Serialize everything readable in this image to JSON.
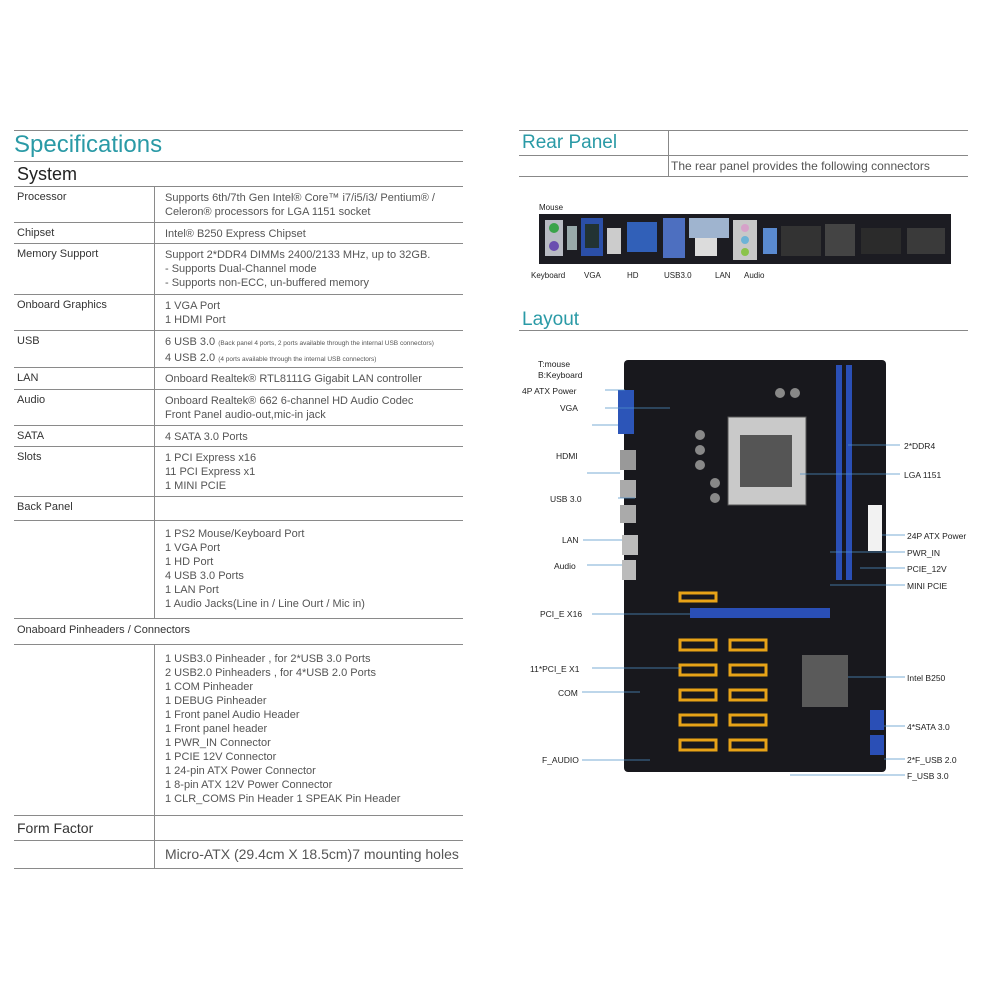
{
  "specifications": {
    "title": "Specifications",
    "system_title": "System",
    "rows": [
      {
        "label": "Processor",
        "lines": [
          "Supports 6th/7th Gen Intel® Core™ i7/i5/i3/ Pentium® /",
          "Celeron® processors for LGA 1151 socket"
        ]
      },
      {
        "label": "Chipset",
        "lines": [
          "Intel® B250 Express Chipset"
        ]
      },
      {
        "label": "Memory Support",
        "lines": [
          "Support 2*DDR4 DIMMs 2400/2133 MHz, up to 32GB.",
          "- Supports Dual-Channel mode",
          "- Supports non-ECC, un-buffered memory"
        ]
      },
      {
        "label": "Onboard Graphics",
        "lines": [
          "1  VGA Port",
          "1  HDMI Port"
        ]
      },
      {
        "label": "USB",
        "usb": [
          {
            "main": "6 USB 3.0",
            "note": "(Back panel 4 ports, 2 ports available through the internal USB connectors)"
          },
          {
            "main": "4 USB 2.0",
            "note": "(4 ports available through the internal USB connectors)"
          }
        ]
      },
      {
        "label": "LAN",
        "lines": [
          "Onboard Realtek® RTL8111G Gigabit LAN controller"
        ]
      },
      {
        "label": "Audio",
        "lines": [
          "Onboard Realtek® 662 6-channel HD Audio Codec",
          "Front Panel audio-out,mic-in jack"
        ]
      },
      {
        "label": "SATA",
        "lines": [
          "4 SATA  3.0 Ports"
        ]
      },
      {
        "label": "Slots",
        "lines": [
          "1  PCI Express x16",
          "11  PCI Express x1",
          "1  MINI PCIE"
        ]
      }
    ],
    "back_panel": {
      "label": "Back Panel",
      "lines": [
        "1  PS2 Mouse/Keyboard Port",
        "1  VGA Port",
        "1  HD     Port",
        "4  USB 3.0 Ports",
        "1  LAN Port",
        "1  Audio Jacks(Line in / Line Ourt / Mic in)"
      ]
    },
    "pinheaders": {
      "label": "Onaboard Pinheaders / Connectors",
      "lines": [
        "1  USB3.0 Pinheader , for 2*USB 3.0 Ports",
        "2  USB2.0 Pinheaders , for 4*USB 2.0 Ports",
        "1  COM Pinheader",
        "1  DEBUG Pinheader",
        "1  Front panel Audio Header",
        "1  Front panel header",
        "1  PWR_IN Connector",
        "1  PCIE 12V Connector",
        "1  24-pin ATX Power Connector",
        "1  8-pin ATX 12V Power Connector",
        "1  CLR_COMS Pin Header        1  SPEAK Pin Header"
      ]
    },
    "form_factor": {
      "label": "Form Factor",
      "value": "Micro-ATX (29.4cm X 18.5cm)7 mounting holes"
    }
  },
  "rear_panel": {
    "title": "Rear Panel",
    "subtitle": "The rear panel provides the following connectors",
    "labels": {
      "mouse": "Mouse",
      "keyboard": "Keyboard",
      "vga": "VGA",
      "hd": "HD",
      "usb": "USB3.0",
      "lan": "LAN",
      "audio": "Audio"
    }
  },
  "layout": {
    "title": "Layout",
    "left_labels": {
      "tmouse": "T:mouse",
      "bkeyboard": "B:Keyboard",
      "atx4p": "4P ATX Power",
      "vga": "VGA",
      "hdmi": "HDMI",
      "usb30": "USB 3.0",
      "lan": "LAN",
      "audio": "Audio",
      "pcie16": "PCI_E X16",
      "pcie1": "11*PCI_E X1",
      "com": "COM",
      "faudio": "F_AUDIO"
    },
    "right_labels": {
      "ddr4": "2*DDR4",
      "lga": "LGA 1151",
      "atx24": "24P ATX Power",
      "pwrin": "PWR_IN",
      "pcie12v": "PCIE_12V",
      "minipcie": "MINI PCIE",
      "intel": "Intel   B250",
      "sata": "4*SATA 3.0",
      "fusb2": "2*F_USB 2.0",
      "fusb3": "F_USB 3.0"
    }
  }
}
